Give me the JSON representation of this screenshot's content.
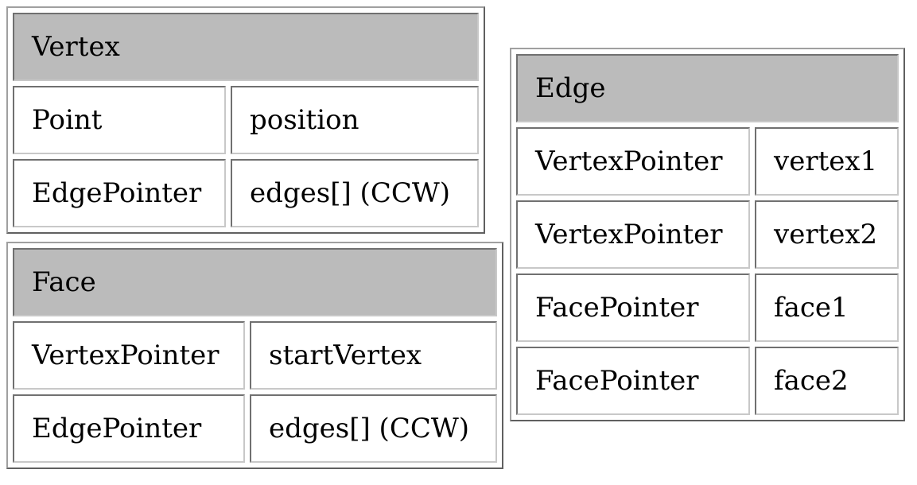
{
  "vertex": {
    "title": "Vertex",
    "rows": [
      [
        "Point",
        "position"
      ],
      [
        "EdgePointer",
        "edges[] (CCW)"
      ]
    ]
  },
  "face": {
    "title": "Face",
    "rows": [
      [
        "VertexPointer",
        "startVertex"
      ],
      [
        "EdgePointer",
        "edges[] (CCW)"
      ]
    ]
  },
  "edge": {
    "title": "Edge",
    "rows": [
      [
        "VertexPointer",
        "vertex1"
      ],
      [
        "VertexPointer",
        "vertex2"
      ],
      [
        "FacePointer",
        "face1"
      ],
      [
        "FacePointer",
        "face2"
      ]
    ]
  },
  "colors": {
    "header_bg": "#bbbbbb",
    "border_dark": "#606060",
    "border_light": "#c8c8c8"
  }
}
